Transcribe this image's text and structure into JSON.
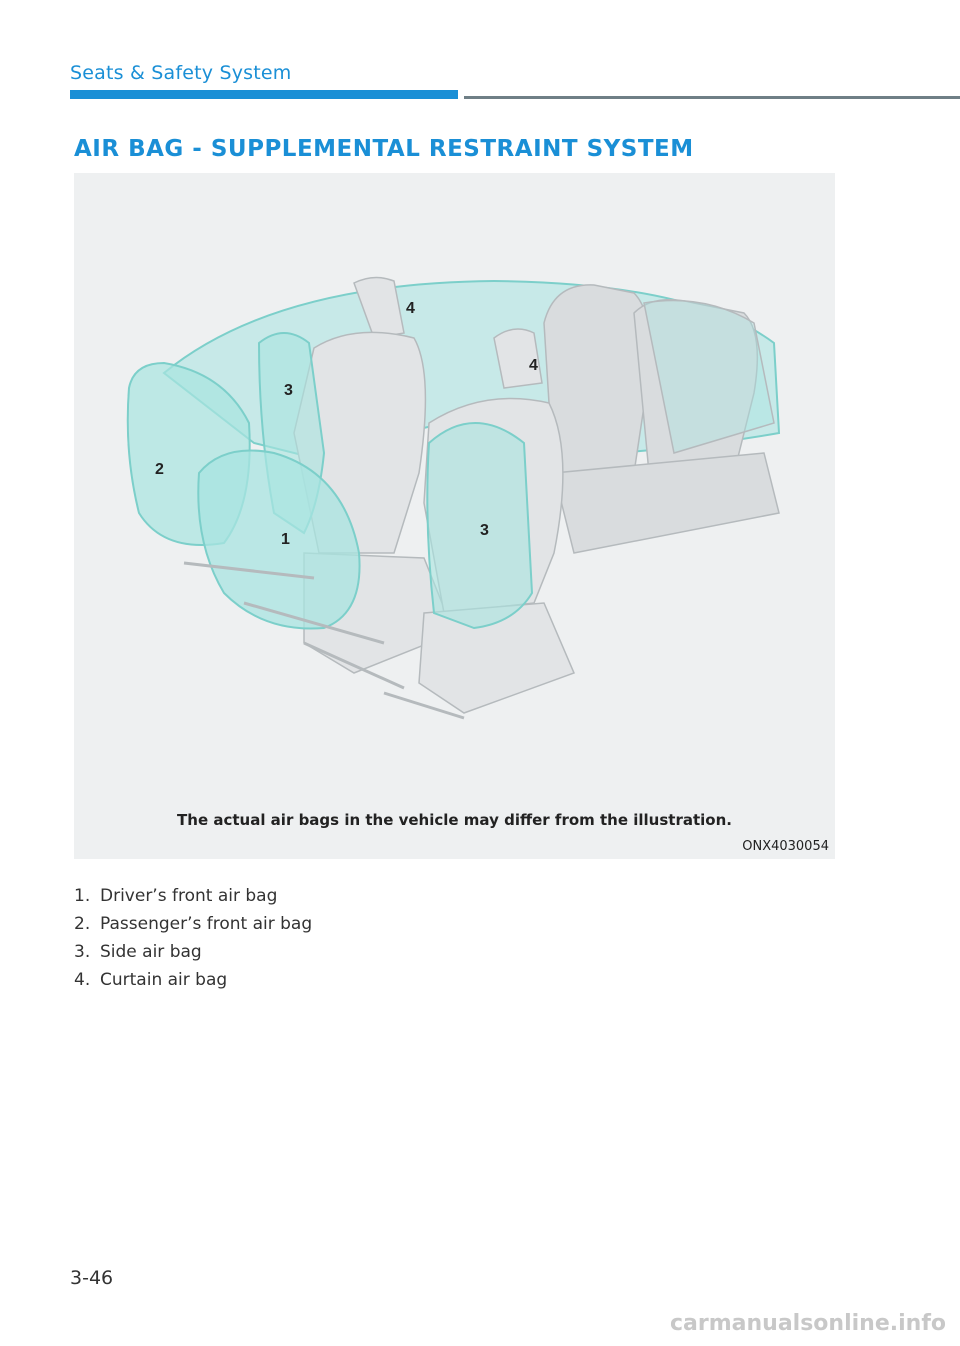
{
  "header": {
    "title": "Seats & Safety System"
  },
  "section": {
    "title": "AIR BAG - SUPPLEMENTAL RESTRAINT SYSTEM"
  },
  "figure": {
    "caption": "The actual air bags in the vehicle may differ from the illustration.",
    "code": "ONX4030054",
    "callouts": [
      "1",
      "2",
      "3",
      "3",
      "4",
      "4"
    ]
  },
  "list": [
    {
      "num": "1.",
      "text": "Driver’s front air bag"
    },
    {
      "num": "2.",
      "text": "Passenger’s front air bag"
    },
    {
      "num": "3.",
      "text": "Side air bag"
    },
    {
      "num": "4.",
      "text": "Curtain air bag"
    }
  ],
  "footer": {
    "page_number": "3-46",
    "watermark": "carmanualsonline.info"
  },
  "colors": {
    "accent": "#1a8fd6",
    "rule_gray": "#6f7f86",
    "airbag": "#a8e4e0"
  }
}
